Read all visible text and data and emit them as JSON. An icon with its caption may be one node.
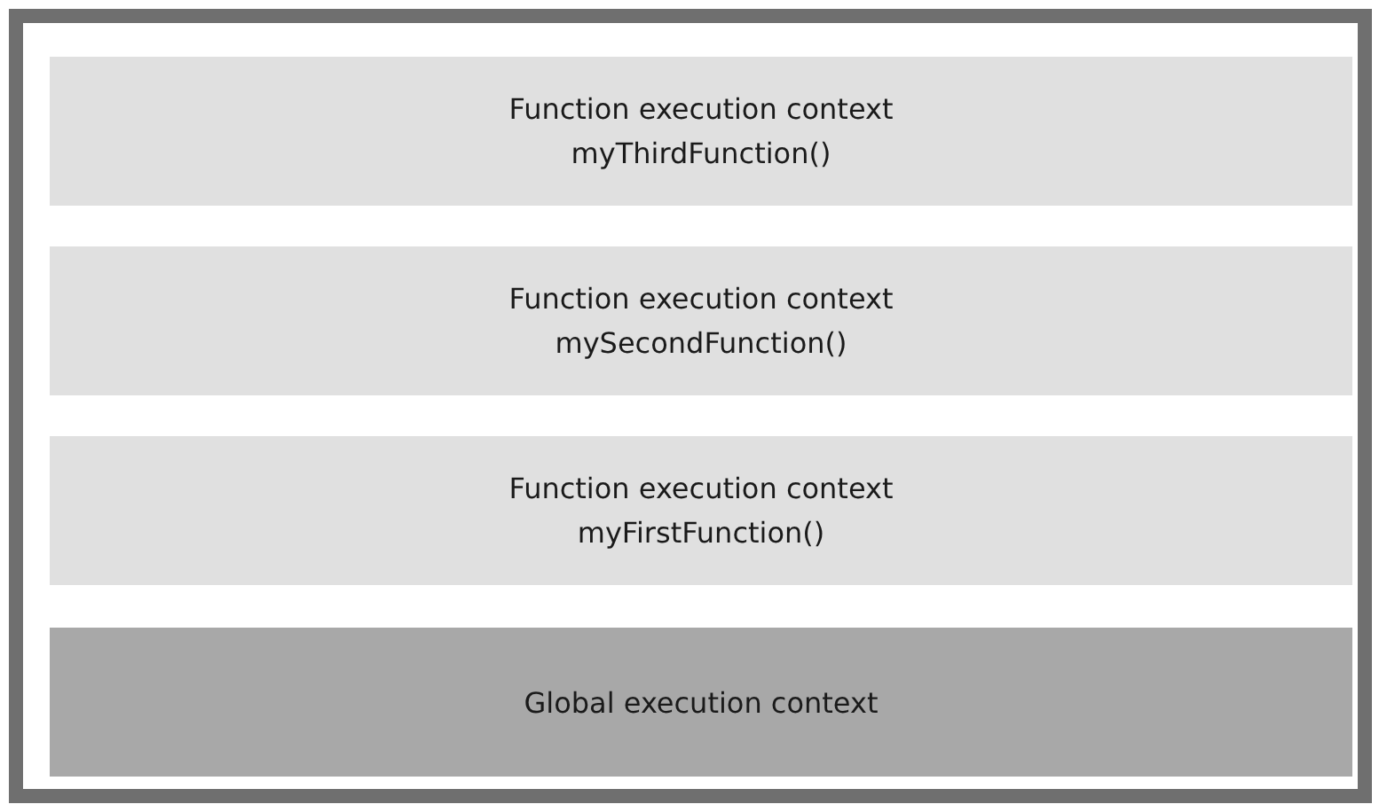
{
  "diagram": {
    "nodes": [
      {
        "text": [],
        "shape": "box"
      },
      {
        "text": [
          "Function execution context",
          "myThirdFunction()"
        ],
        "in": 0
      },
      {
        "text": [
          "Function execution context",
          "mySecondFunction()"
        ],
        "in": 0
      },
      {
        "text": [
          "Function execution context",
          "myFirstFunction()"
        ],
        "in": 0
      },
      {
        "text": [
          "Global execution context"
        ],
        "in": 0
      }
    ]
  }
}
